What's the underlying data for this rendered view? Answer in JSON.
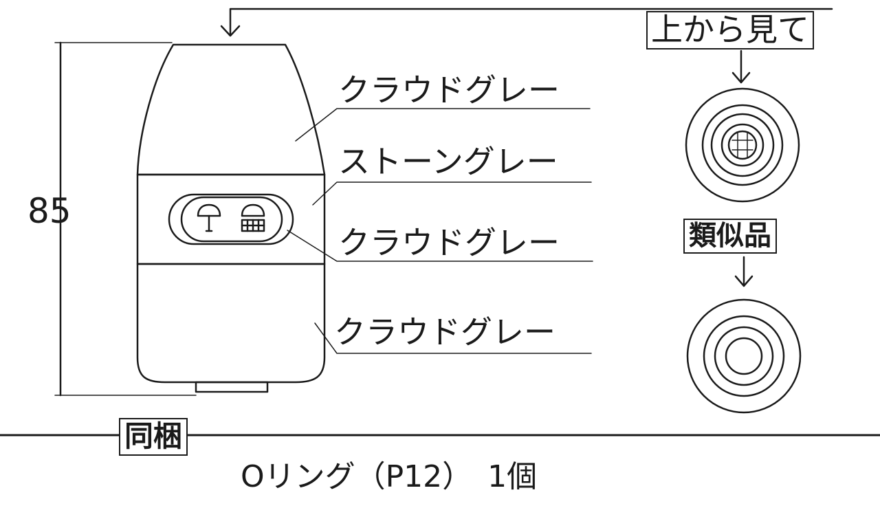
{
  "dimension": {
    "height_label": "85"
  },
  "color_labels": [
    {
      "text": "クラウドグレー"
    },
    {
      "text": "ストーングレー"
    },
    {
      "text": "クラウドグレー"
    },
    {
      "text": "クラウドグレー"
    }
  ],
  "views": {
    "top_view_label": "上から見て",
    "similar_label": "類似品"
  },
  "accessory": {
    "bundled_label": "同梱",
    "item_text": "Oリング（P12）　1個"
  }
}
